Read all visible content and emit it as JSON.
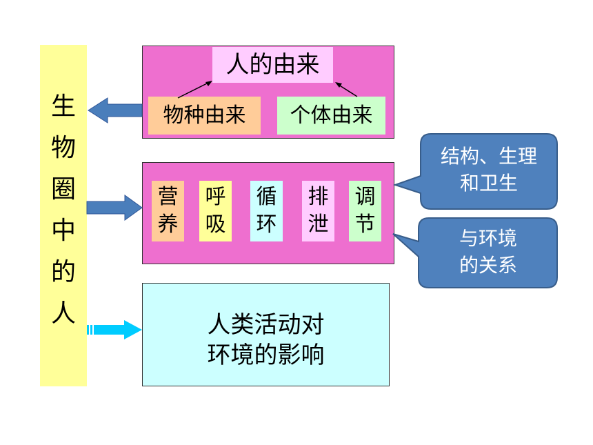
{
  "left_title": [
    "生",
    "物",
    "圈",
    "中",
    "的",
    "人"
  ],
  "origin": {
    "title": "人的由来",
    "species": "物种由来",
    "individual": "个体由来"
  },
  "systems": [
    {
      "top": "营",
      "bottom": "养",
      "color": "#ffcc99"
    },
    {
      "top": "呼",
      "bottom": "吸",
      "color": "#ffff99"
    },
    {
      "top": "循",
      "bottom": "环",
      "color": "#ccffff"
    },
    {
      "top": "排",
      "bottom": "泄",
      "color": "#ffccff"
    },
    {
      "top": "调",
      "bottom": "节",
      "color": "#ccffcc"
    }
  ],
  "callouts": {
    "structure": [
      "结构、生理",
      "和卫生"
    ],
    "environment": [
      "与环境",
      "的关系"
    ]
  },
  "impact": [
    "人类活动对",
    "环境的影响"
  ],
  "colors": {
    "panel_pink": "#ee6fcf",
    "callout_blue": "#4f81bd",
    "arrow_blue": "#4a7ebb",
    "arrow_cyan": "#00ccff"
  }
}
